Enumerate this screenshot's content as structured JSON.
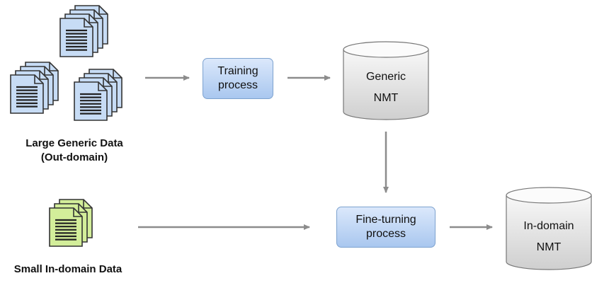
{
  "sources": {
    "large": {
      "line1": "Large Generic Data",
      "line2": "(Out-domain)"
    },
    "small": {
      "line1": "Small In-domain Data"
    }
  },
  "processes": {
    "training": {
      "line1": "Training",
      "line2": "process"
    },
    "finetuning": {
      "line1": "Fine-turning",
      "line2": "process"
    }
  },
  "models": {
    "generic": {
      "line1": "Generic",
      "line2": "NMT"
    },
    "indomain": {
      "line1": "In-domain",
      "line2": "NMT"
    }
  },
  "colors": {
    "doc_blue": "#c7dcf5",
    "doc_green": "#d3ee9a",
    "process_box": "#b9d2f3",
    "cylinder": "#e2e2e2",
    "arrow": "#8c8c8c"
  }
}
